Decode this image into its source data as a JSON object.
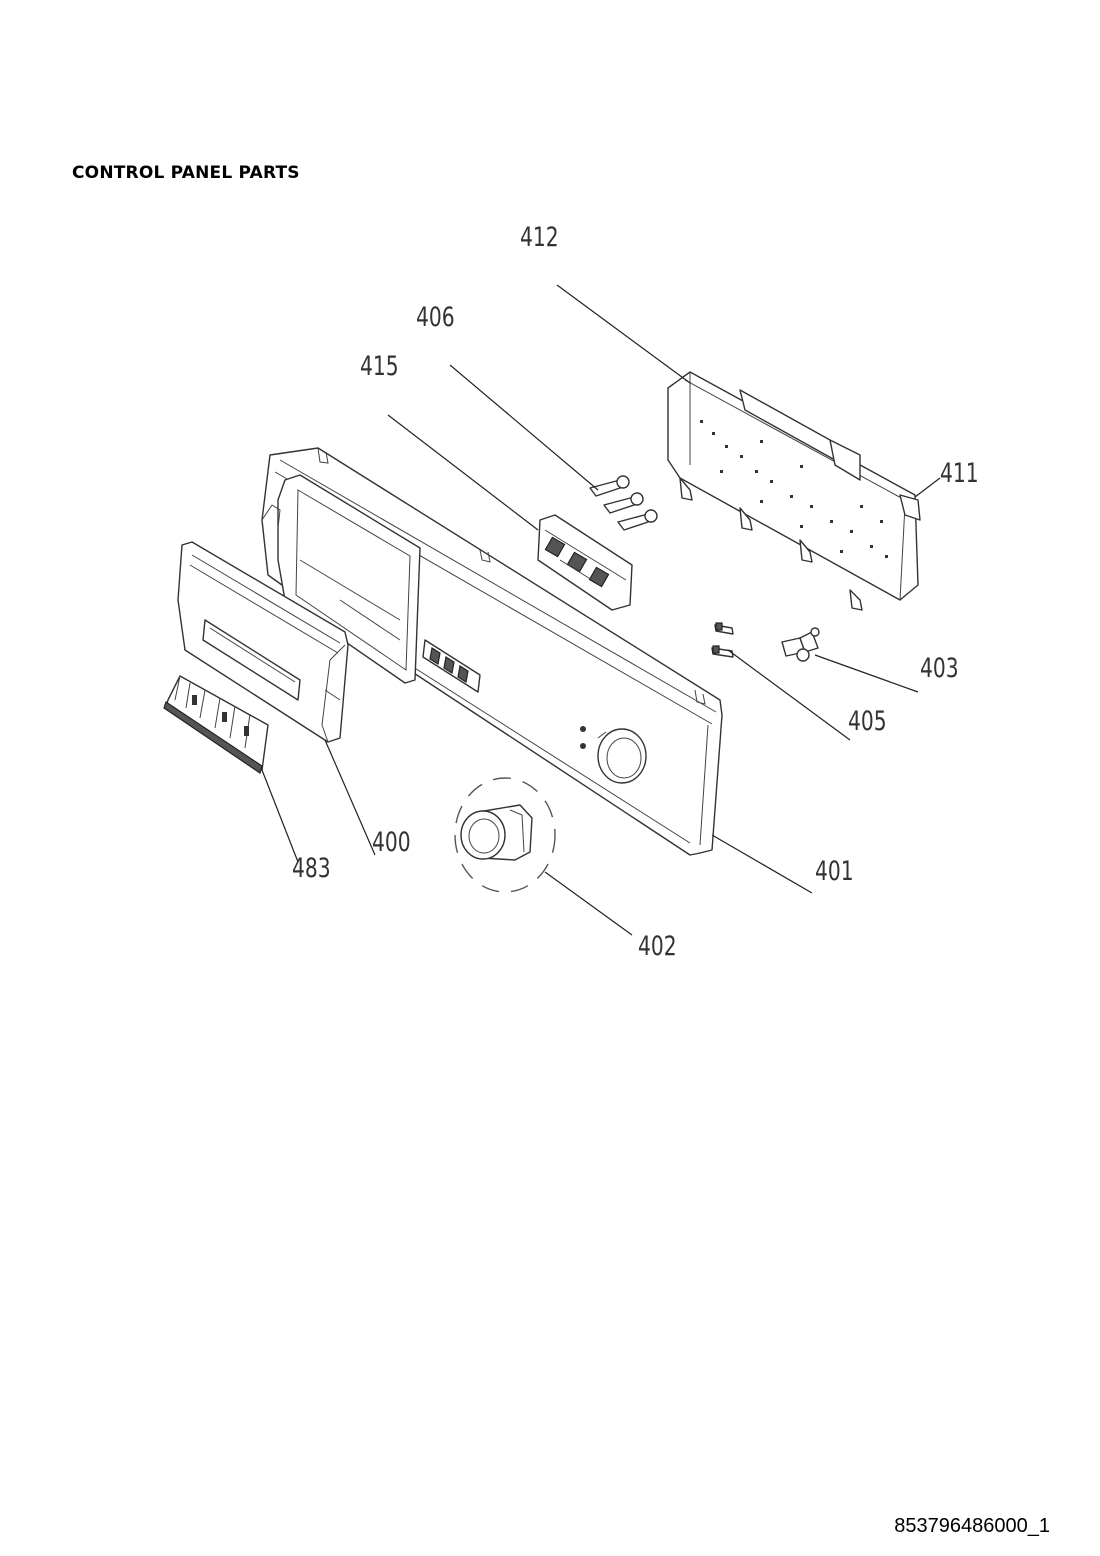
{
  "page": {
    "title": "CONTROL PANEL PARTS",
    "document_code": "853796486000_1"
  },
  "callouts": [
    {
      "id": "412",
      "label": "412"
    },
    {
      "id": "406",
      "label": "406"
    },
    {
      "id": "415",
      "label": "415"
    },
    {
      "id": "411",
      "label": "411"
    },
    {
      "id": "403",
      "label": "403"
    },
    {
      "id": "405",
      "label": "405"
    },
    {
      "id": "400",
      "label": "400"
    },
    {
      "id": "483",
      "label": "483"
    },
    {
      "id": "401",
      "label": "401"
    },
    {
      "id": "402",
      "label": "402"
    }
  ]
}
